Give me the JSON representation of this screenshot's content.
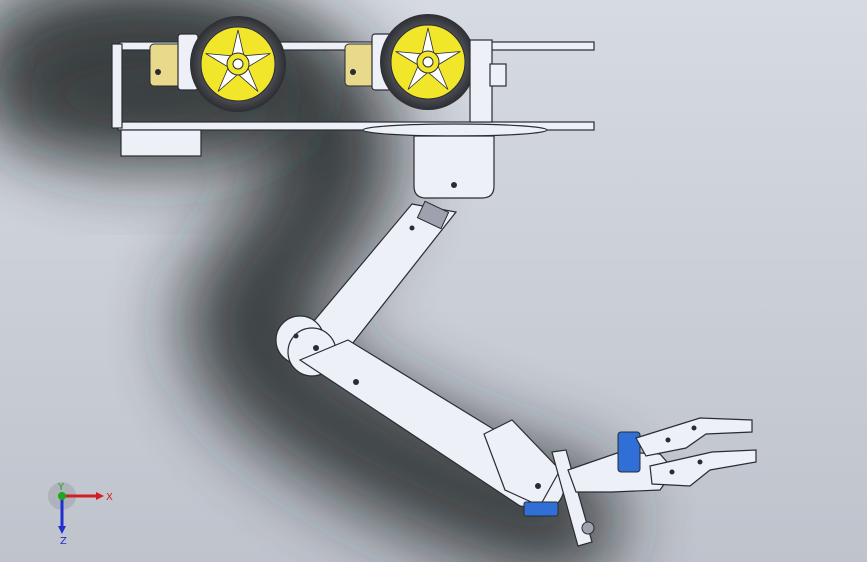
{
  "viewport": {
    "background_top": "#d6dae2",
    "background_bottom": "#bfc3cc",
    "shadow_color": "#1e2024"
  },
  "model": {
    "part_color": "#eef0f8",
    "edge_color": "#2a2c34",
    "wheel_hub_color": "#f2e62a",
    "tire_color": "#3a3c42",
    "servo_color": "#2f6fd6",
    "motor_color": "#e9d98a"
  },
  "triad": {
    "x_label": "X",
    "y_label": "Y",
    "z_label": "Z",
    "x_color": "#d21e1e",
    "y_color": "#1ea61e",
    "z_color": "#1e2ed2"
  }
}
